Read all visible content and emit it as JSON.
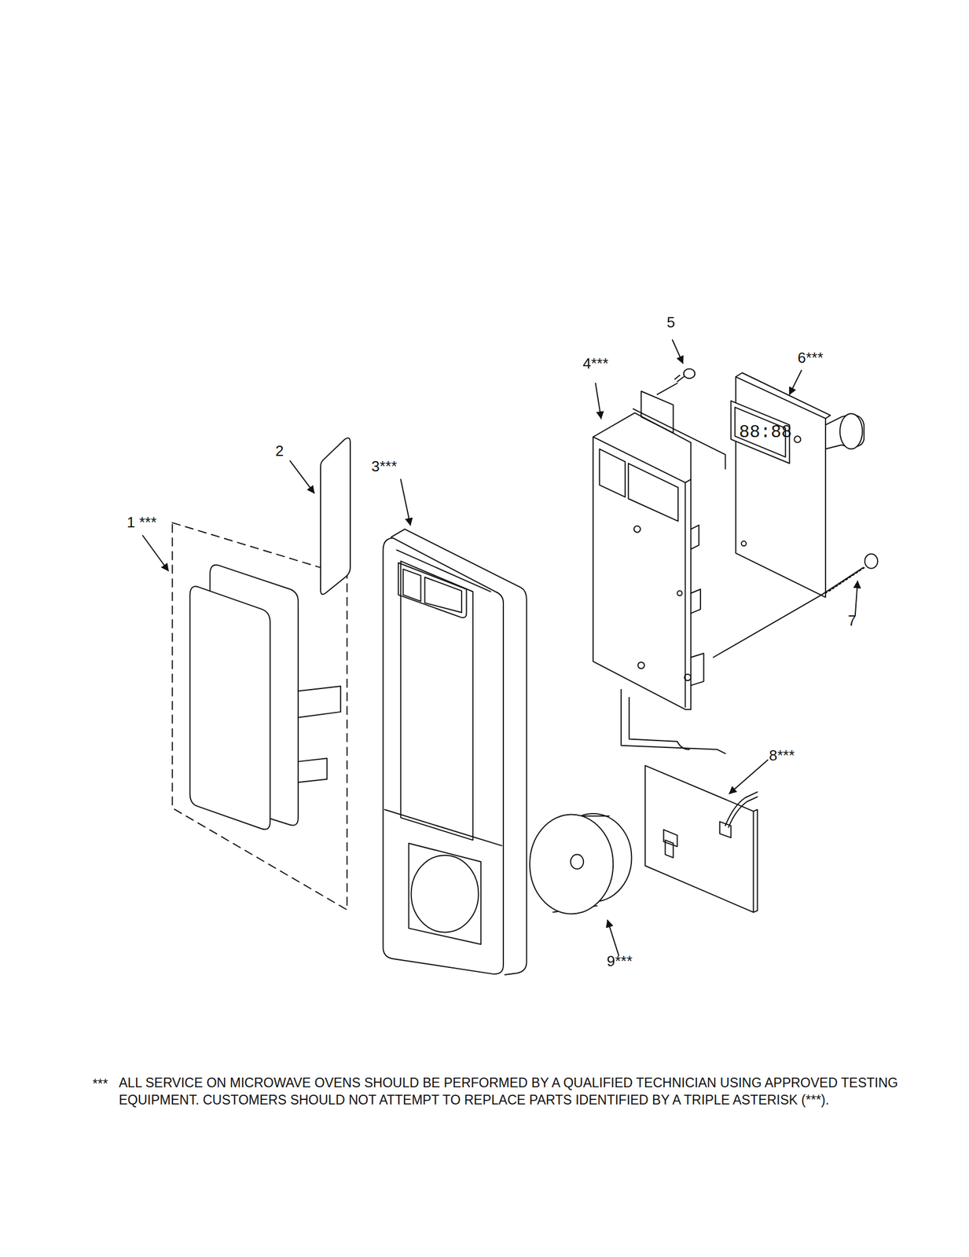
{
  "diagram": {
    "labels": [
      "5",
      "4***",
      "6***",
      "2",
      "3***",
      "1 ***",
      "7",
      "8***",
      "9***",
      "***",
      "ALL SERVICE ON MICROWAVE OVENS SHOULD BE PERFORMED BY A QUALIFIED TECHNICIAN USING APPROVED TESTING EQUIPMENT. CUSTOMERS SHOULD NOT ATTEMPT TO REPLACE PARTS IDENTIFIED BY A TRIPLE ASTERISK (***)."
    ]
  }
}
